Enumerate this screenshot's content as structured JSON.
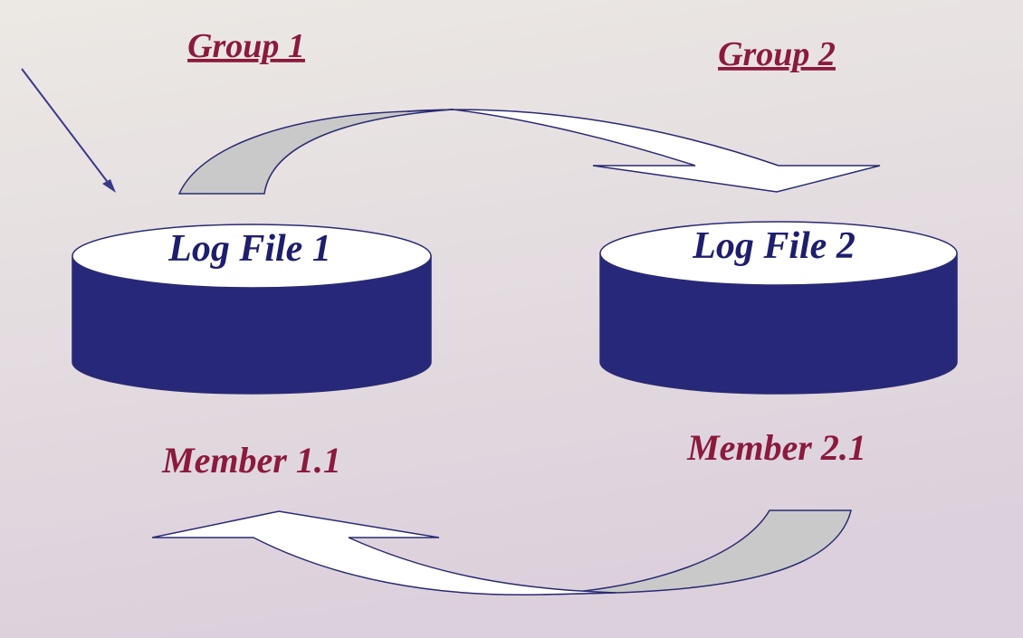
{
  "groups": [
    {
      "label": "Group 1"
    },
    {
      "label": "Group 2"
    }
  ],
  "log_files": [
    {
      "label": "Log File 1",
      "member": "Member 1.1"
    },
    {
      "label": "Log File 2",
      "member": "Member 2.1"
    }
  ],
  "colors": {
    "background_top": "#ece9e4",
    "background_bottom": "#dcd0dc",
    "cylinder_body": "#28287a",
    "cylinder_top": "#ffffff",
    "outline": "#2a2a72",
    "file_text": "#1e1e6e",
    "group_text": "#8b1a3c",
    "member_text": "#8b1a3c",
    "arrow_fill": "#ffffff",
    "arrow_shade": "#c9c9c9",
    "pointer": "#3a3a8a"
  }
}
